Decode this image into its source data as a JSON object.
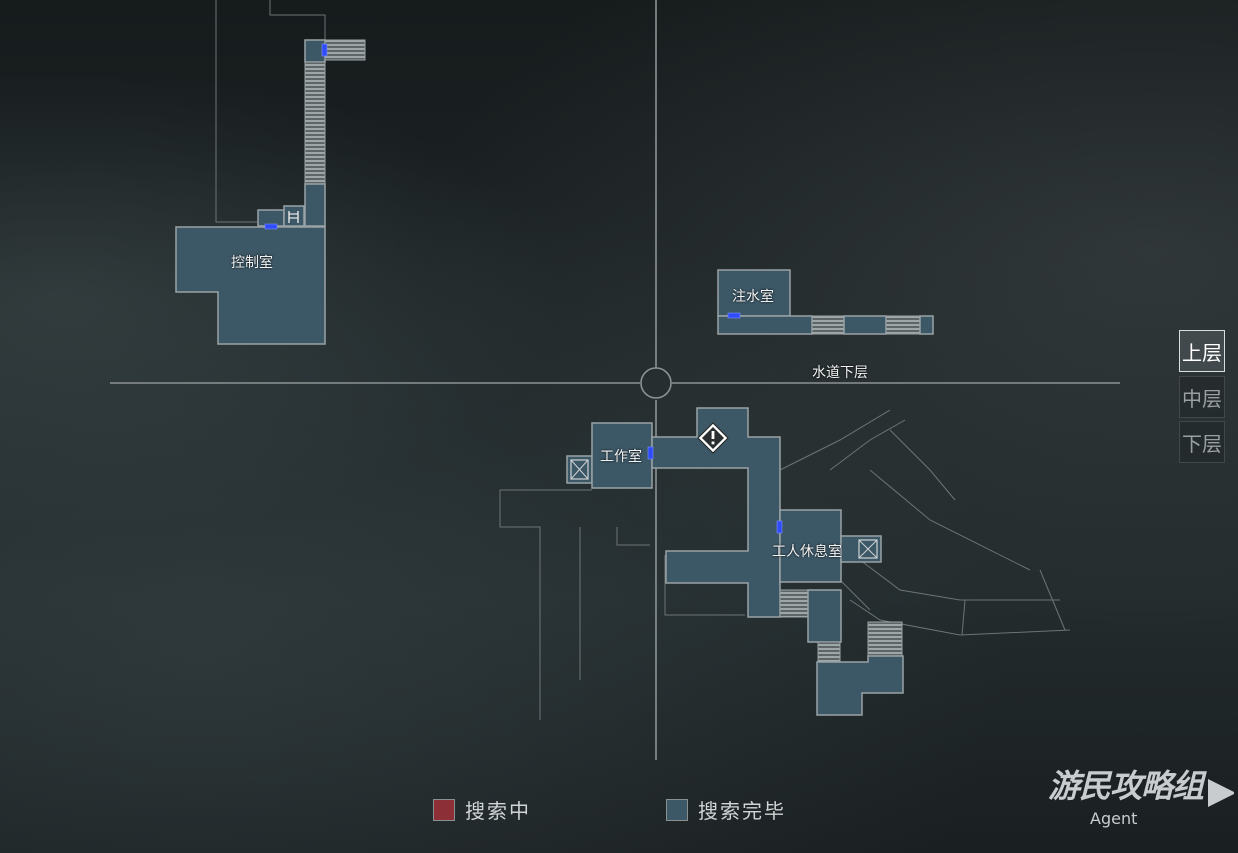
{
  "map": {
    "area_label": "水道下层",
    "rooms": [
      {
        "id": "control-room",
        "label": "控制室"
      },
      {
        "id": "water-room",
        "label": "注水室"
      },
      {
        "id": "workshop",
        "label": "工作室"
      },
      {
        "id": "worker-lounge",
        "label": "工人休息室"
      }
    ]
  },
  "floors": {
    "items": [
      {
        "label": "上层",
        "active": true
      },
      {
        "label": "中层",
        "active": false
      },
      {
        "label": "下层",
        "active": false
      }
    ]
  },
  "legend": {
    "searching_label": "搜索中",
    "searching_color": "#8c2f36",
    "complete_label": "搜索完毕",
    "complete_color": "#3c5766"
  },
  "watermark": {
    "main": "游民攻略组",
    "sub": "Agent"
  },
  "icons": {
    "alert": "alert-icon",
    "save_box": "item-box-icon",
    "ladder": "ladder-icon"
  }
}
